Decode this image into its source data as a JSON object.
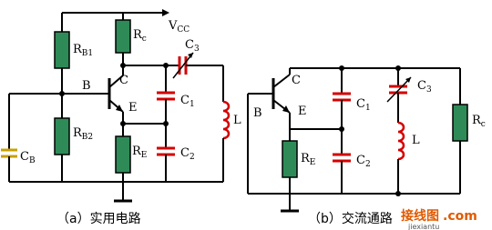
{
  "circuit_a": {
    "labels": {
      "vcc": "V",
      "vcc_sub": "CC",
      "rb1": "R",
      "rb1_sub": "B1",
      "rc": "R",
      "rc_sub": "c",
      "rb2": "R",
      "rb2_sub": "B2",
      "re": "R",
      "re_sub": "E",
      "cb": "C",
      "cb_sub": "B",
      "c1": "C",
      "c1_sub": "1",
      "c2": "C",
      "c2_sub": "2",
      "c3": "C",
      "c3_sub": "3",
      "l": "L",
      "b": "B",
      "c": "C",
      "e": "E"
    },
    "caption": "（a）实用电路"
  },
  "circuit_b": {
    "labels": {
      "b": "B",
      "c": "C",
      "e": "E",
      "c1": "C",
      "c1_sub": "1",
      "c2": "C",
      "c2_sub": "2",
      "c3": "C",
      "c3_sub": "3",
      "l": "L",
      "re": "R",
      "re_sub": "E",
      "rc": "R",
      "rc_sub": "c"
    },
    "caption": "（b）交流通路"
  },
  "watermark": {
    "site": "接线图",
    "domain": ".com",
    "sub": "jiexiantu"
  }
}
